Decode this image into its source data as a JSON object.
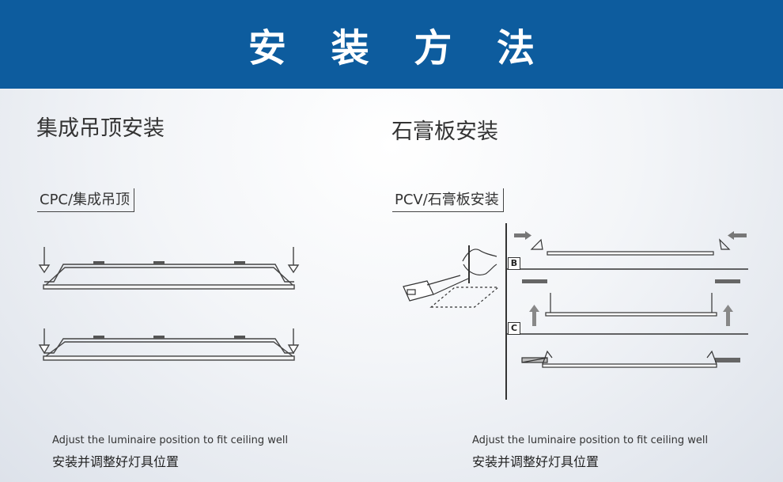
{
  "banner": {
    "title": "安 装 方 法"
  },
  "left": {
    "title": "集成吊顶安装",
    "tag": "CPC/集成吊顶",
    "caption_en": "Adjust the luminaire position to fit ceiling well",
    "caption_zh": "安装并调整好灯具位置"
  },
  "right": {
    "title": "石膏板安装",
    "tag": "PCV/石膏板安装",
    "step_b": "B",
    "step_c": "C",
    "caption_en": "Adjust the luminaire position to fit ceiling well",
    "caption_zh": "安装并调整好灯具位置"
  },
  "colors": {
    "banner": "#0d5c9e",
    "line": "#333333"
  }
}
